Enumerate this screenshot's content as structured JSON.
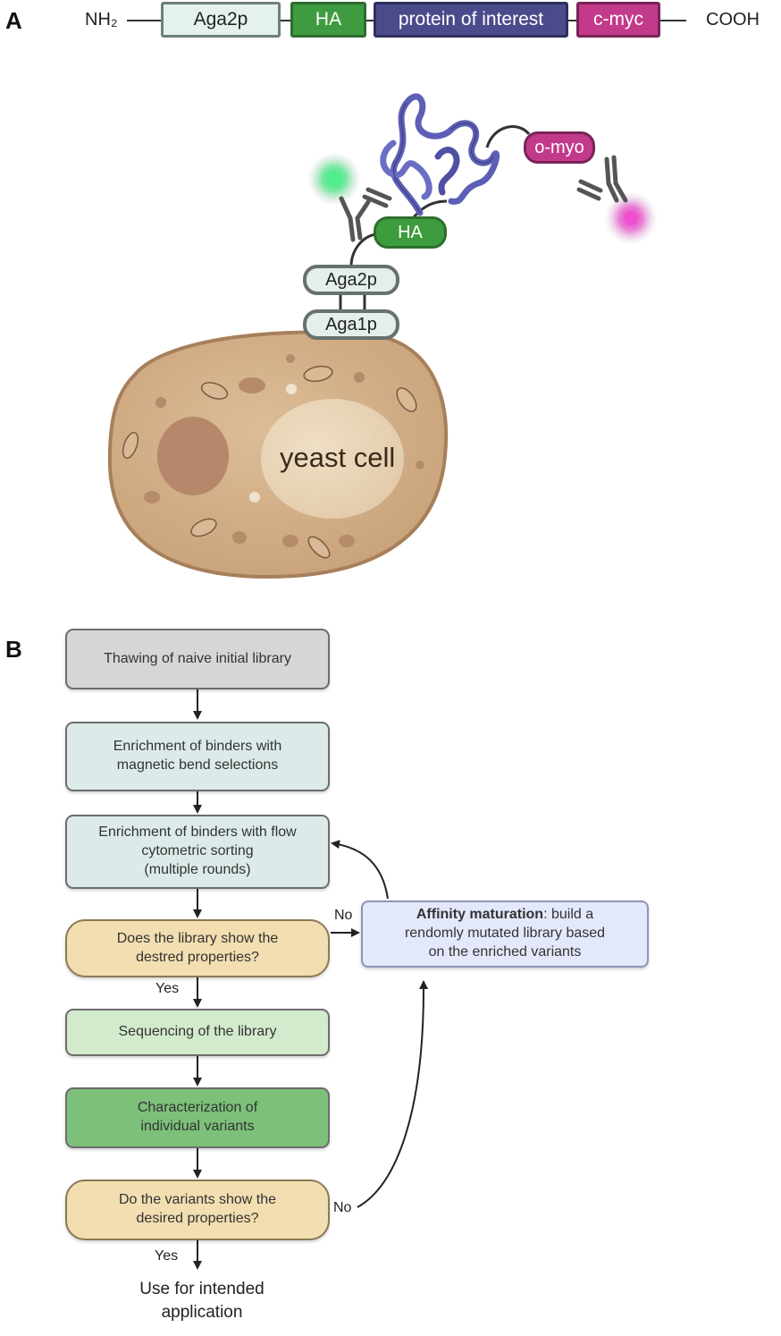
{
  "panel_a": {
    "letter": "A",
    "construct": {
      "n_terminus": "NH₂",
      "c_terminus": "COOH",
      "segments": [
        {
          "label": "Aga2p",
          "fill": "#e4f1ee",
          "border": "#6e7f7a",
          "text": "#222222"
        },
        {
          "label": "HA",
          "fill": "#3f9b3f",
          "border": "#2f6a2f",
          "text": "#ffffff"
        },
        {
          "label": "protein of interest",
          "fill": "#4b4b8c",
          "border": "#2e2e5e",
          "text": "#ffffff"
        },
        {
          "label": "c-myc",
          "fill": "#c23a8a",
          "border": "#7a2357",
          "text": "#ffffff"
        }
      ]
    },
    "illustration": {
      "ha_tag": "HA",
      "myc_tag": "o-myo",
      "aga2p": "Aga2p",
      "aga1p": "Aga1p",
      "cell_label": "yeast cell",
      "green_fluor": "#3fe07a",
      "magenta_fluor": "#e03ec0"
    }
  },
  "panel_b": {
    "letter": "B",
    "steps": {
      "thawing": "Thawing of naive initial library",
      "magnetic": "Enrichment of binders with\nmagnetic bend selections",
      "flow": "Enrichment of binders with flow\ncytometric sorting\n(multiple rounds)",
      "decision1": "Does the library show the\ndestred properties?",
      "sequencing": "Sequencing of the library",
      "characterization": "Characterization of\nindividual variants",
      "decision2": "Do the variants show the\ndesired properties?",
      "final": "Use for intended\napplication"
    },
    "affinity": {
      "bold": "Affinity maturation",
      "rest": ": build a\nrendomly mutated library based\non the enriched variants"
    },
    "labels": {
      "yes1": "Yes",
      "yes2": "Yes",
      "no1": "No",
      "no2": "No"
    },
    "colors": {
      "thawing": "#d6d6d9",
      "enrich": "#dcebe9",
      "decision": "#f2deb0",
      "sequencing": "#d3ebcd",
      "characterization": "#7cc07a",
      "affinity": "#e3e8fb"
    }
  }
}
